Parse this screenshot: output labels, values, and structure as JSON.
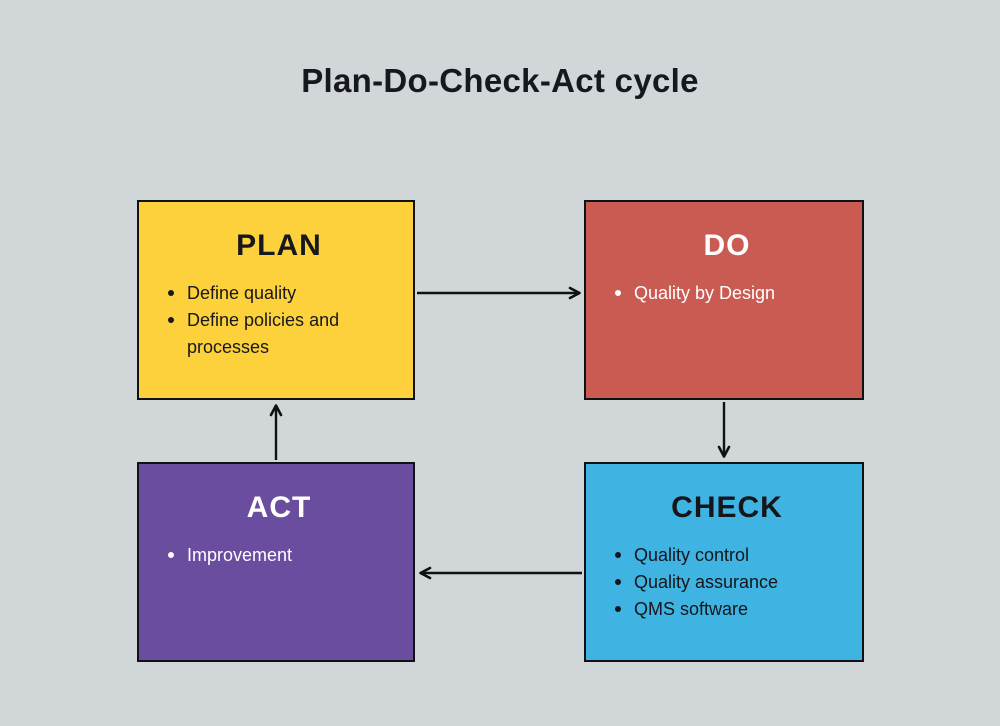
{
  "title": "Plan-Do-Check-Act cycle",
  "colors": {
    "background": "#D1D6D9",
    "plan_fill": "#FCD13B",
    "do_fill": "#C95B52",
    "check_fill": "#3FB3E2",
    "act_fill": "#6A4D9E",
    "outline": "#101113",
    "arrow": "#101113",
    "dark_text": "#17181B",
    "light_text": "#FFFFFF"
  },
  "boxes": {
    "plan": {
      "label": "PLAN",
      "items": [
        "Define quality",
        "Define policies and processes"
      ]
    },
    "do": {
      "label": "DO",
      "items": [
        "Quality by Design"
      ]
    },
    "check": {
      "label": "CHECK",
      "items": [
        "Quality control",
        "Quality assurance",
        "QMS software"
      ]
    },
    "act": {
      "label": "ACT",
      "items": [
        "Improvement"
      ]
    }
  }
}
